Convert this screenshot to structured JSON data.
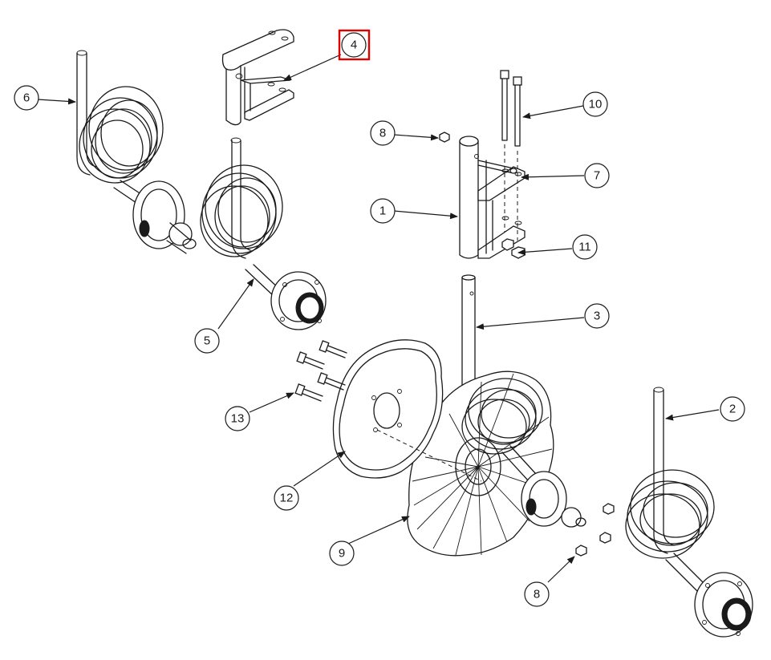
{
  "diagram": {
    "balloons": [
      {
        "id": "b1",
        "label": "1"
      },
      {
        "id": "b2",
        "label": "2"
      },
      {
        "id": "b3",
        "label": "3"
      },
      {
        "id": "b4",
        "label": "4",
        "highlighted": true
      },
      {
        "id": "b5",
        "label": "5"
      },
      {
        "id": "b6",
        "label": "6"
      },
      {
        "id": "b7",
        "label": "7"
      },
      {
        "id": "b8a",
        "label": "8"
      },
      {
        "id": "b8b",
        "label": "8"
      },
      {
        "id": "b9",
        "label": "9"
      },
      {
        "id": "b10",
        "label": "10"
      },
      {
        "id": "b11",
        "label": "11"
      },
      {
        "id": "b12",
        "label": "12"
      },
      {
        "id": "b13",
        "label": "13"
      }
    ],
    "highlight_color": "#e00000",
    "line_color": "#1a1a1a"
  }
}
